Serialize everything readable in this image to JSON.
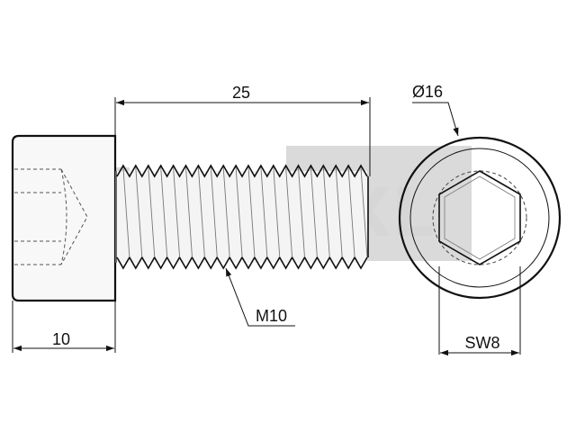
{
  "watermark": {
    "text": "XL",
    "color": "#d9d9d9"
  },
  "dimensions": {
    "shank_length": "25",
    "head_length": "10",
    "thread": "M10",
    "head_diameter": "Ø16",
    "socket_size": "SW8"
  },
  "colors": {
    "line": "#111111",
    "hidden_line": "#555555"
  }
}
